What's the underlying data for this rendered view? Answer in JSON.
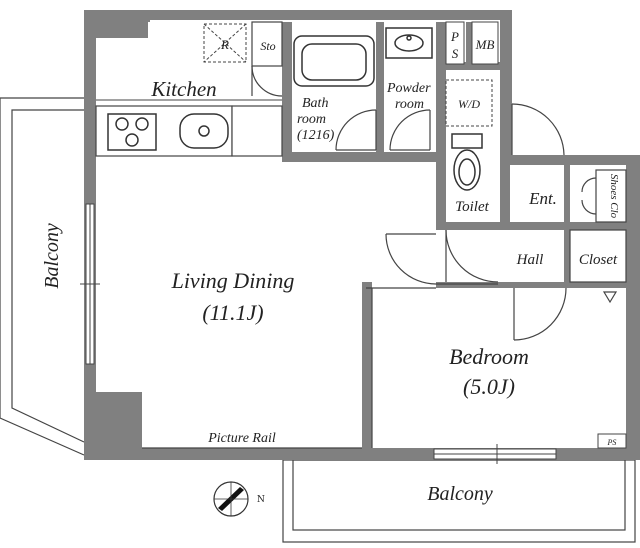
{
  "labels": {
    "kitchen": "Kitchen",
    "refrigerator": "R",
    "storage": "Sto",
    "bath_line1": "Bath",
    "bath_line2": "room",
    "bath_line3": "(1216)",
    "powder_line1": "Powder",
    "powder_line2": "room",
    "washer_dryer": "W/D",
    "ps_p": "P",
    "ps_s": "S",
    "mb": "MB",
    "balcony_left": "Balcony",
    "living_line1": "Living Dining",
    "living_line2": "(11.1J)",
    "toilet": "Toilet",
    "entrance": "Ent.",
    "shoes_closet": "Shoes Clo",
    "hall": "Hall",
    "closet": "Closet",
    "bedroom_line1": "Bedroom",
    "bedroom_line2": "(5.0J)",
    "picture_rail": "Picture Rail",
    "ps_small": "PS",
    "balcony_bottom": "Balcony",
    "compass_n": "N"
  },
  "colors": {
    "wall": "#808080",
    "line": "#444444",
    "background": "#ffffff"
  },
  "icons": [
    "compass-icon",
    "refrigerator-icon",
    "stove-icon",
    "sink-icon",
    "bathtub-icon",
    "washbasin-icon",
    "toilet-icon",
    "door-swing-icon"
  ]
}
